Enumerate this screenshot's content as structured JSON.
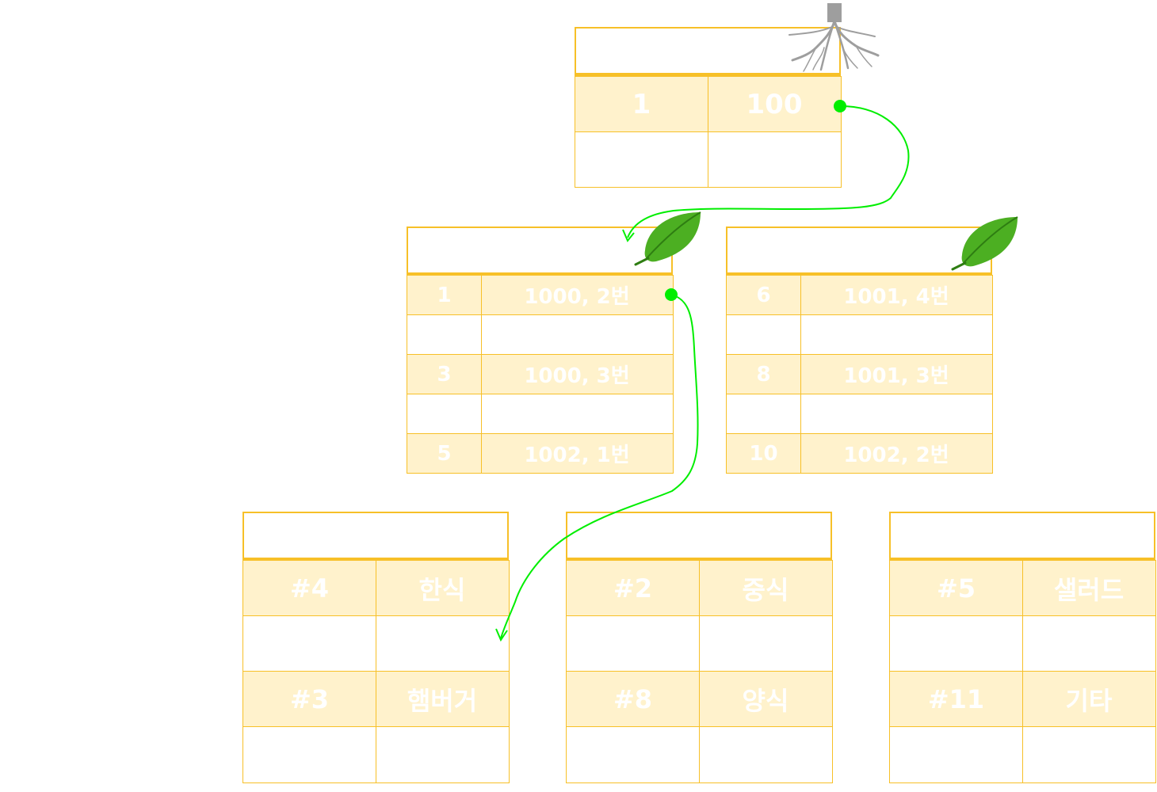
{
  "root": {
    "rows": [
      {
        "key": "1",
        "value": "100"
      },
      {
        "key": "",
        "value": ""
      }
    ]
  },
  "branch_left": {
    "rows": [
      {
        "key": "1",
        "value": "1000, 2번"
      },
      {
        "key": "",
        "value": ""
      },
      {
        "key": "3",
        "value": "1000, 3번"
      },
      {
        "key": "",
        "value": ""
      },
      {
        "key": "5",
        "value": "1002, 1번"
      }
    ]
  },
  "branch_right": {
    "rows": [
      {
        "key": "6",
        "value": "1001, 4번"
      },
      {
        "key": "",
        "value": ""
      },
      {
        "key": "8",
        "value": "1001, 3번"
      },
      {
        "key": "",
        "value": ""
      },
      {
        "key": "10",
        "value": "1002, 2번"
      }
    ]
  },
  "leaf_1": {
    "rows": [
      {
        "key": "#4",
        "value": "한식"
      },
      {
        "key": "",
        "value": ""
      },
      {
        "key": "#3",
        "value": "햄버거"
      },
      {
        "key": "",
        "value": ""
      }
    ]
  },
  "leaf_2": {
    "rows": [
      {
        "key": "#2",
        "value": "중식"
      },
      {
        "key": "",
        "value": ""
      },
      {
        "key": "#8",
        "value": "양식"
      },
      {
        "key": "",
        "value": ""
      }
    ]
  },
  "leaf_3": {
    "rows": [
      {
        "key": "#5",
        "value": "샐러드"
      },
      {
        "key": "",
        "value": ""
      },
      {
        "key": "#11",
        "value": "기타"
      },
      {
        "key": "",
        "value": ""
      }
    ]
  },
  "colors": {
    "border": "#f7c028",
    "fill": "#fff2cc",
    "pointer": "#00ee00",
    "leaf_icon": "#4caf22",
    "root_icon": "#9e9e9e"
  },
  "icons": [
    "root-icon",
    "leaf-icon",
    "leaf-icon"
  ]
}
